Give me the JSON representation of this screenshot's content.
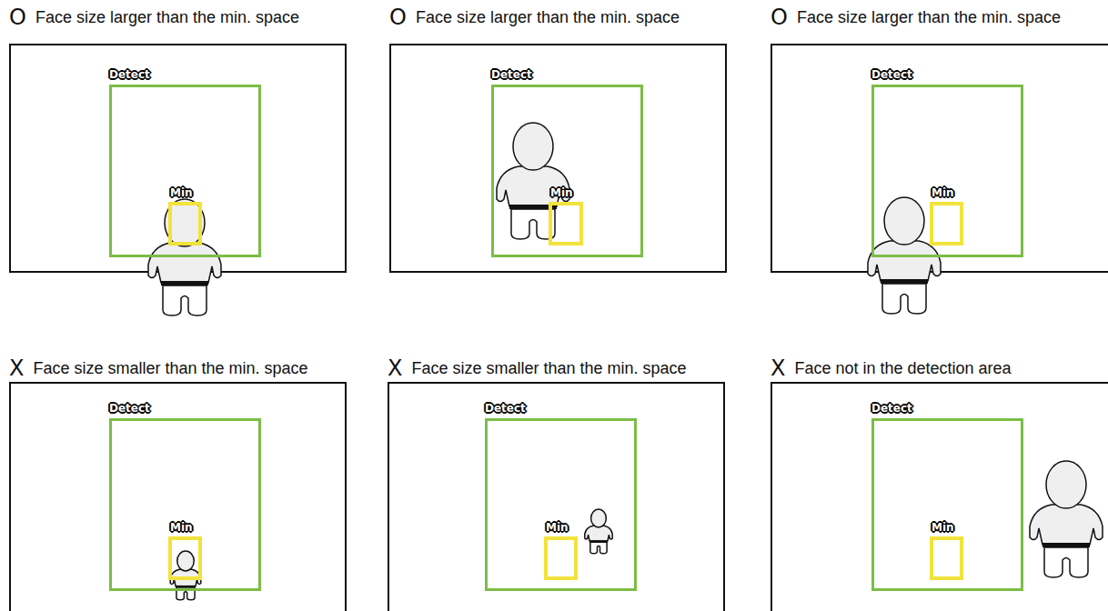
{
  "diagram": {
    "nodes": [
      {
        "text": [
          "O",
          "Face size larger than the min. space"
        ]
      },
      {
        "text": [
          "Detect"
        ],
        "in": 0
      },
      {
        "text": [
          "Min"
        ],
        "in": 1
      },
      {
        "text": [
          "O",
          "Face size larger than the min. space"
        ]
      },
      {
        "text": [
          "Detect"
        ],
        "in": 3
      },
      {
        "text": [
          "Min"
        ],
        "in": 4
      },
      {
        "text": [
          "O",
          "Face size larger than the min. space"
        ]
      },
      {
        "text": [
          "Detect"
        ],
        "in": 6
      },
      {
        "text": [
          "Min"
        ],
        "in": 7
      },
      {
        "text": [
          "X",
          "Face size smaller than the min. space"
        ]
      },
      {
        "text": [
          "Detect"
        ],
        "in": 9
      },
      {
        "text": [
          "Min"
        ],
        "in": 10
      },
      {
        "text": [
          "X",
          "Face size smaller than the min. space"
        ]
      },
      {
        "text": [
          "Detect"
        ],
        "in": 12
      },
      {
        "text": [
          "Min"
        ],
        "in": 13
      },
      {
        "text": [
          "X",
          "Face not in the detection area"
        ]
      },
      {
        "text": [
          "Detect"
        ],
        "in": 15
      },
      {
        "text": [
          "Min"
        ],
        "in": 16
      }
    ]
  }
}
